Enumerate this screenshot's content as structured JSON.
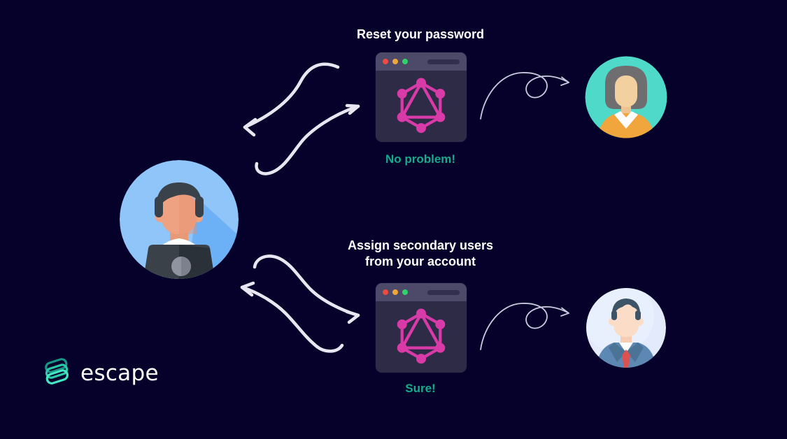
{
  "page": {
    "background_color": "#05012b",
    "description": "Marketing diagram showing a GraphQL API letting a user reset a password and assign secondary users"
  },
  "brand": {
    "name": "escape",
    "logo_icon": "escape-stacked-loops-icon",
    "logo_teal_light": "#45e6c2",
    "logo_teal_mid": "#2cc9a8",
    "logo_teal_dark": "#1a9484"
  },
  "flows": {
    "top": {
      "title_lines": [
        "Reset your password"
      ],
      "response": "No problem!",
      "request_icon": "s-curve-arrows-bidirectional",
      "app_icon": "graphql-browser-window",
      "delivery_icon": "loop-curl-arrow-right",
      "recipient_icon": "woman-avatar"
    },
    "bottom": {
      "title_lines": [
        "Assign secondary users",
        "from your account"
      ],
      "response": "Sure!",
      "request_icon": "s-curve-arrows-bidirectional",
      "app_icon": "graphql-browser-window",
      "delivery_icon": "loop-curl-arrow-right",
      "recipient_icon": "businessman-avatar"
    }
  },
  "actors": {
    "requester": "developer-with-laptop-avatar",
    "top_recipient": "woman-avatar",
    "bottom_recipient": "businessman-avatar"
  },
  "colors": {
    "background": "#05012b",
    "title_text": "#ffffff",
    "response_text": "#13ac8c",
    "graphql_pink": "#d83aa8",
    "browser_body": "#2e2b47",
    "browser_topbar": "#4c4a68",
    "traffic_red": "#ee4a41",
    "traffic_yellow": "#f0a63a",
    "traffic_green": "#2fd36a",
    "arrow_stroke": "#e8e6f0",
    "curl_arrow_stroke": "#c9cade",
    "developer_circle": "#8fc5f8",
    "woman_circle": "#4fd9c9",
    "man_circle": "#e2eafb"
  }
}
